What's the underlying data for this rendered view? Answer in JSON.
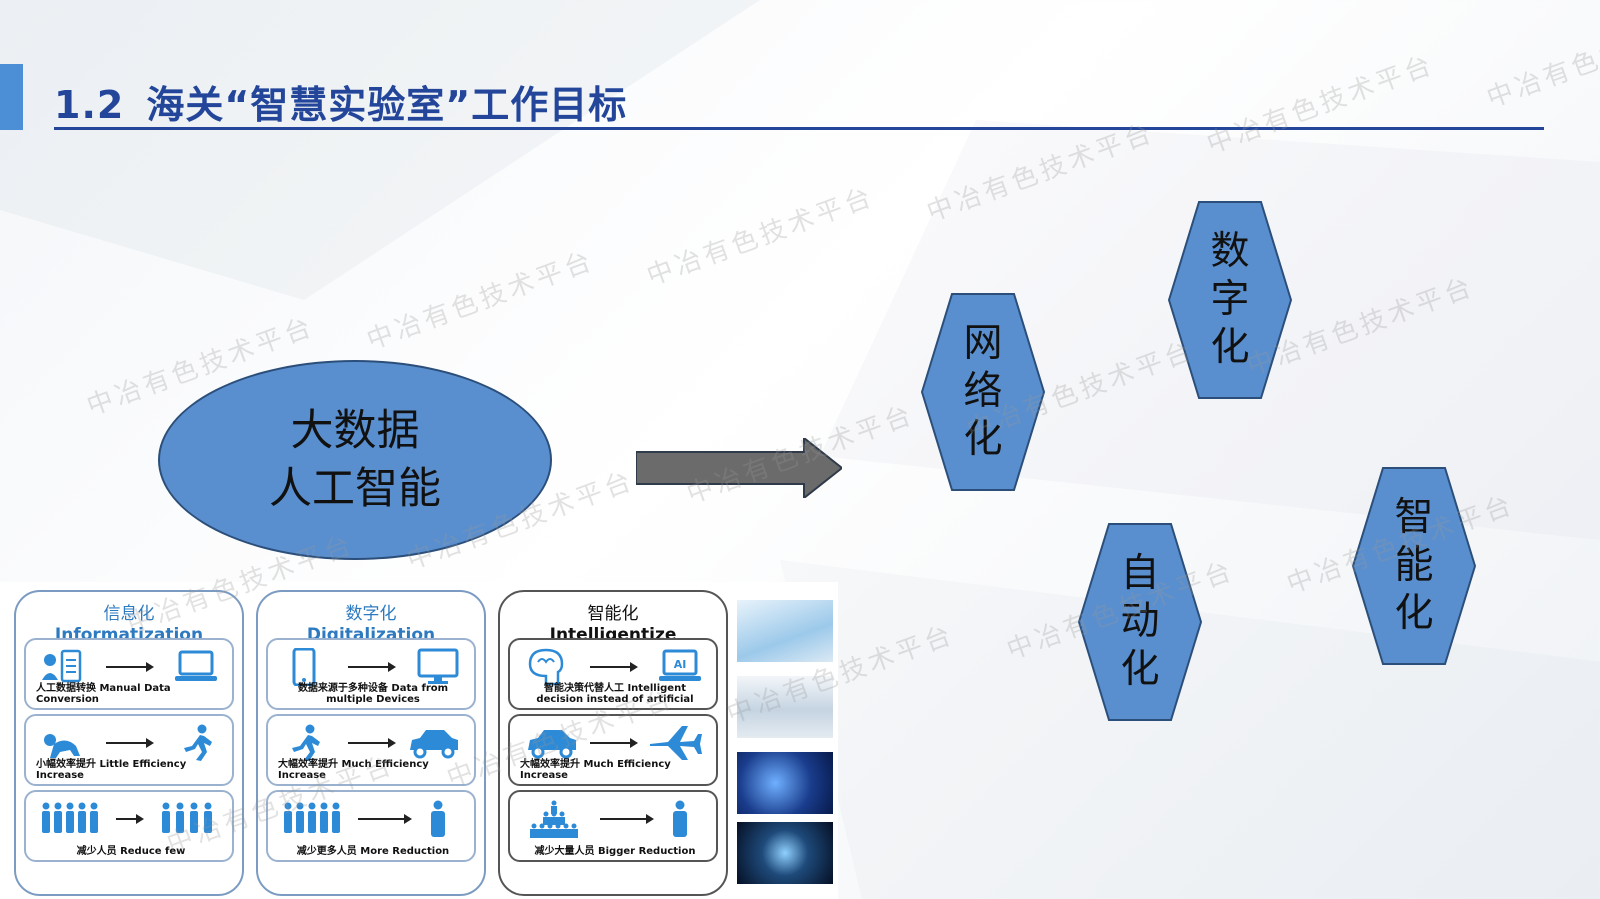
{
  "header": {
    "number": "1.2",
    "title": "海关“智慧实验室”工作目标"
  },
  "ellipse": {
    "line1": "大数据",
    "line2": "人工智能"
  },
  "hexagons": {
    "network": [
      "网",
      "络",
      "化"
    ],
    "digital": [
      "数",
      "字",
      "化"
    ],
    "automation": [
      "自",
      "动",
      "化"
    ],
    "intelligent": [
      "智",
      "能",
      "化"
    ]
  },
  "stages": [
    {
      "title_cn": "信息化",
      "title_en": "Informatization",
      "rows": [
        {
          "caption": "人工数据转换 Manual Data Conversion",
          "left_icon": "document-person-icon",
          "right_icon": "laptop-icon"
        },
        {
          "caption": "小幅效率提升 Little Efficiency Increase",
          "left_icon": "crawling-baby-icon",
          "right_icon": "running-person-icon"
        },
        {
          "caption": "减少人员 Reduce few",
          "left_icon": "crowd-icon",
          "right_icon": "group-icon"
        }
      ]
    },
    {
      "title_cn": "数字化",
      "title_en": "Digitalization",
      "rows": [
        {
          "caption": "数据来源于多种设备 Data from multiple Devices",
          "left_icon": "smartphone-icon",
          "right_icon": "monitor-icon"
        },
        {
          "caption": "大幅效率提升 Much Efficiency Increase",
          "left_icon": "running-person-icon",
          "right_icon": "car-icon"
        },
        {
          "caption": "减少更多人员 More Reduction",
          "left_icon": "crowd-icon",
          "right_icon": "person-icon"
        }
      ]
    },
    {
      "title_cn": "智能化",
      "title_en": "Intelligentize",
      "rows": [
        {
          "caption": "智能决策代替人工 Intelligent decision instead of artificial",
          "left_icon": "brain-head-icon",
          "right_icon": "ai-laptop-icon"
        },
        {
          "caption": "大幅效率提升 Much Efficiency Increase",
          "left_icon": "car-icon",
          "right_icon": "airplane-icon"
        },
        {
          "caption": "减少大量人员 Bigger Reduction",
          "left_icon": "crowd-pyramid-icon",
          "right_icon": "person-icon"
        }
      ]
    }
  ],
  "watermark": "中冶有色技术平台",
  "colors": {
    "title": "#23469a",
    "accent": "#4d8fd6",
    "shape_fill": "#5a8fcf",
    "icon_blue": "#2d8ad6"
  }
}
